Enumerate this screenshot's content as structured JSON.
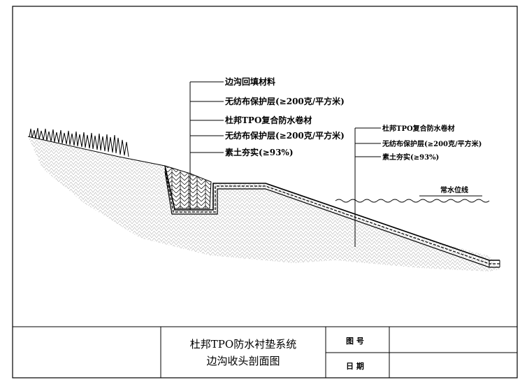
{
  "callout_left": [
    "边沟回填材料",
    "无纺布保护层(≥200克/平方米)",
    "杜邦TPO复合防水卷材",
    "无纺布保护层(≥200克/平方米)",
    "素土夯实(≥93%)"
  ],
  "callout_right": [
    "杜邦TPO复合防水卷材",
    "无纺布保护层(≥200克/平方米)",
    "素土夯实(≥93%)"
  ],
  "water_label": "常水位线",
  "title_block": {
    "title_line1": "杜邦TPO防水衬垫系统",
    "title_line2": "边沟收头剖面图",
    "drawing_no_label": "图 号",
    "date_label": "日 期"
  },
  "colors": {
    "line": "#000000",
    "hatch": "#c8c8c8",
    "background": "#ffffff"
  }
}
